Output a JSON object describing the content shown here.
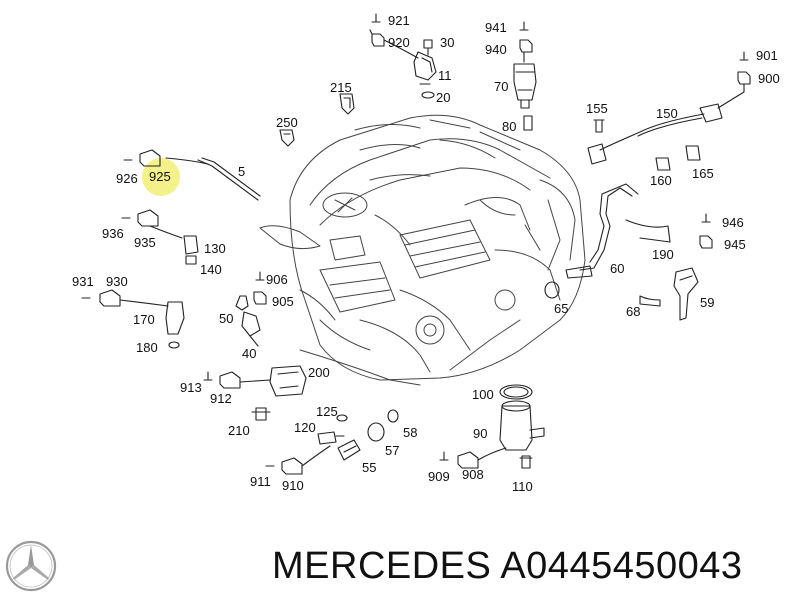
{
  "title": "MERCEDES A0445450043",
  "highlight_color": "#f4f08a",
  "callouts": {
    "c921": "921",
    "c920": "920",
    "c30": "30",
    "c11": "11",
    "c20": "20",
    "c941": "941",
    "c940": "940",
    "c70": "70",
    "c80": "80",
    "c901": "901",
    "c900": "900",
    "c215": "215",
    "c250": "250",
    "c155": "155",
    "c150": "150",
    "c160": "160",
    "c165": "165",
    "c926": "926",
    "c925": "925",
    "c5": "5",
    "c936": "936",
    "c935": "935",
    "c130": "130",
    "c140": "140",
    "c946": "946",
    "c945": "945",
    "c190": "190",
    "c60": "60",
    "c65": "65",
    "c931": "931",
    "c930": "930",
    "c170": "170",
    "c180": "180",
    "c906": "906",
    "c905": "905",
    "c50": "50",
    "c40": "40",
    "c59": "59",
    "c68": "68",
    "c913": "913",
    "c912": "912",
    "c200": "200",
    "c210": "210",
    "c125": "125",
    "c120": "120",
    "c58": "58",
    "c57": "57",
    "c55": "55",
    "c100": "100",
    "c90": "90",
    "c909": "909",
    "c908": "908",
    "c110": "110",
    "c911": "911",
    "c910": "910"
  }
}
